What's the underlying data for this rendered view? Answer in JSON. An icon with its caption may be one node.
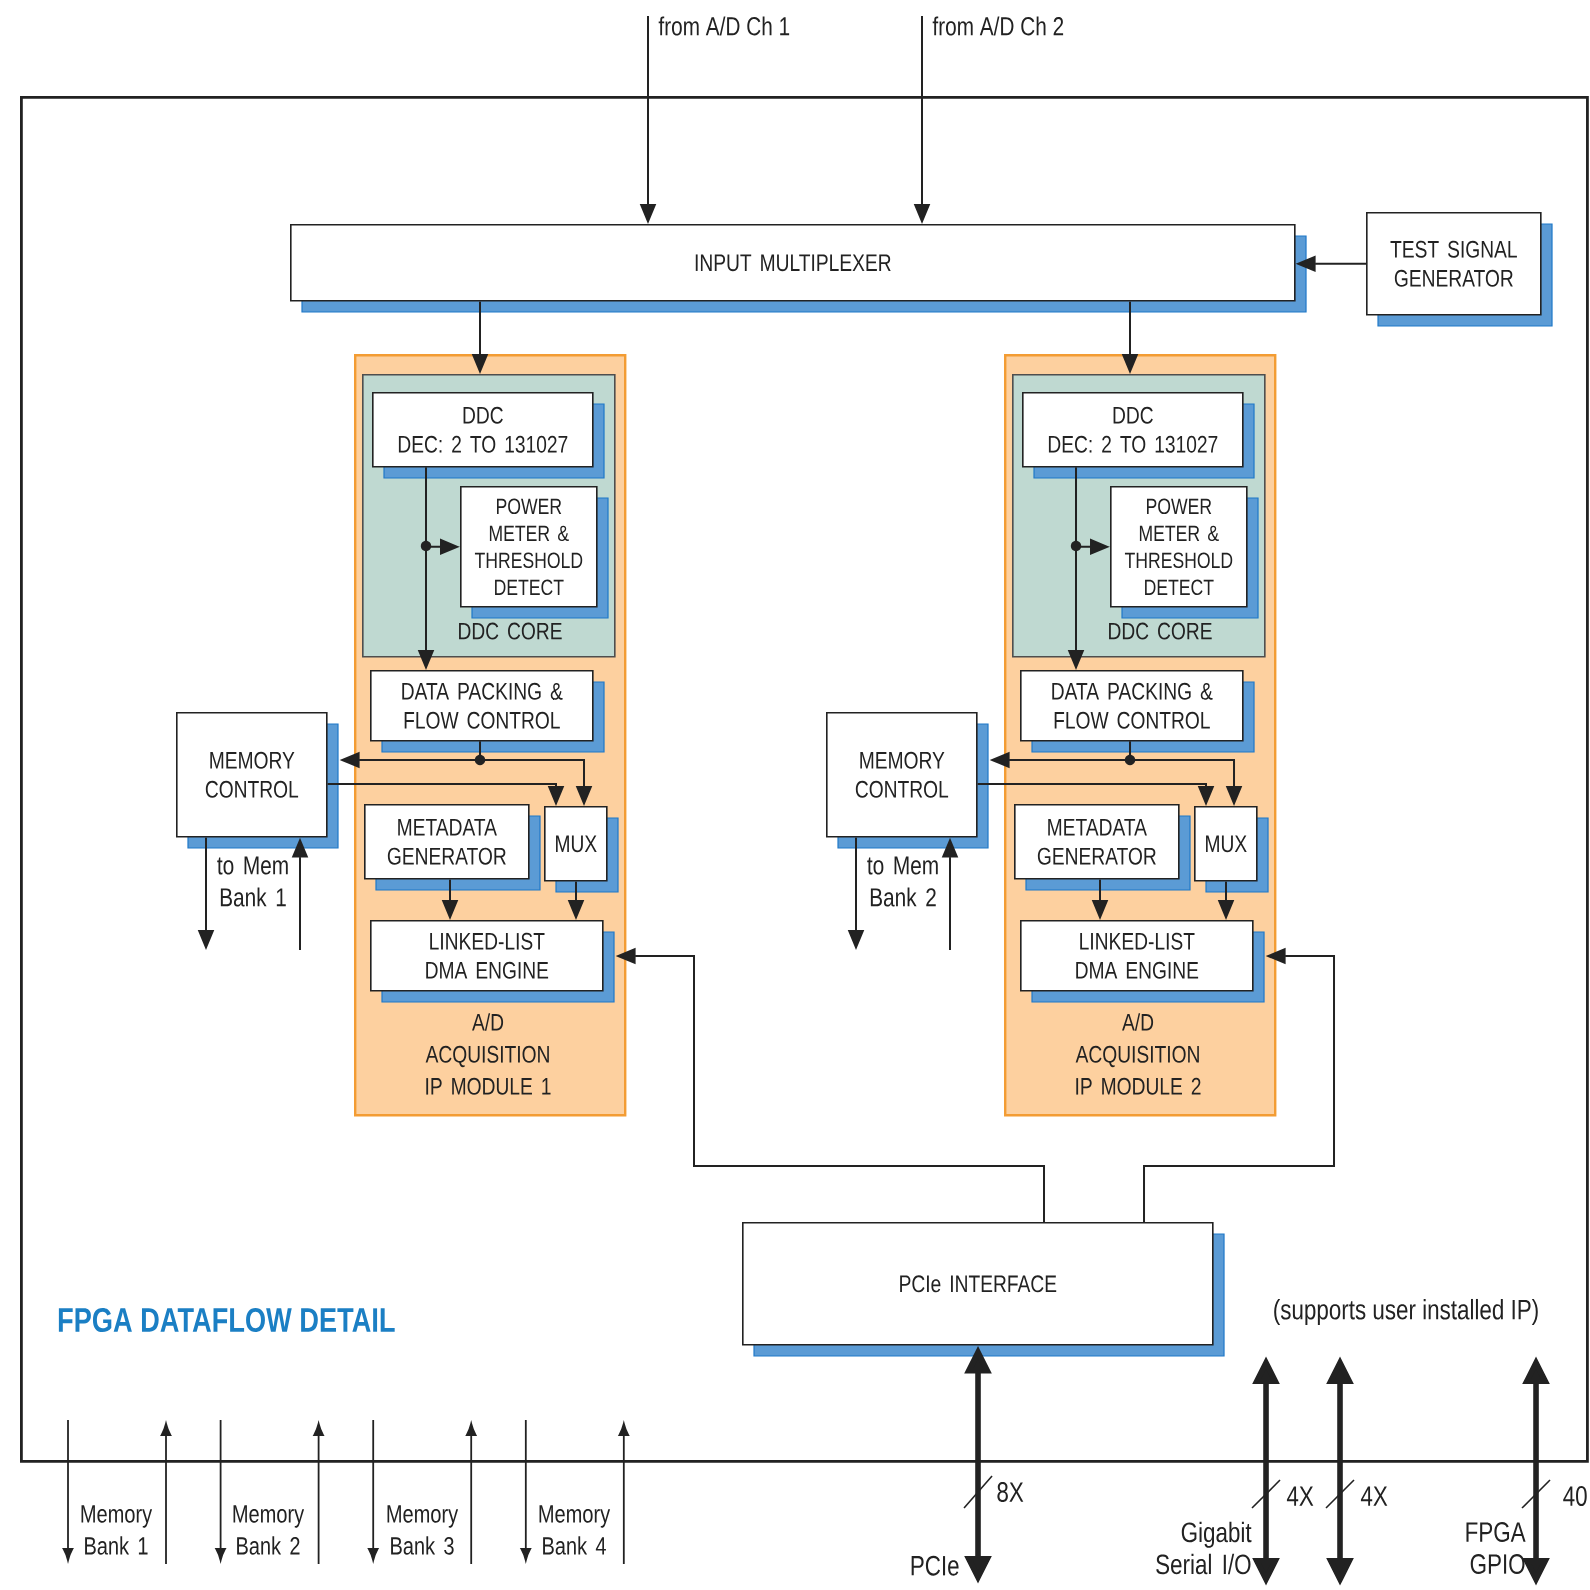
{
  "diagram": {
    "nodes": [
      {
        "text": [
          "FPGA DATAFLOW DETAIL"
        ]
      },
      {
        "text": [
          "from A/D Ch 1"
        ]
      },
      {
        "text": [
          "from A/D Ch 2"
        ]
      },
      {
        "text": [
          "INPUT MULTIPLEXER"
        ],
        "in": 0
      },
      {
        "text": [
          "TEST SIGNAL GENERATOR"
        ],
        "in": 0
      },
      {
        "text": [
          "A/D ACQUISITION IP MODULE 1"
        ],
        "in": 0
      },
      {
        "text": [
          "DDC CORE"
        ],
        "in": 5
      },
      {
        "text": [
          "DDC",
          "DEC: 2 TO 131027"
        ],
        "in": 6
      },
      {
        "text": [
          "POWER METER & THRESHOLD DETECT"
        ],
        "in": 6
      },
      {
        "text": [
          "DATA PACKING & FLOW CONTROL"
        ],
        "in": 5
      },
      {
        "text": [
          "METADATA GENERATOR"
        ],
        "in": 5
      },
      {
        "text": [
          "MUX"
        ],
        "in": 5
      },
      {
        "text": [
          "LINKED-LIST DMA ENGINE"
        ],
        "in": 5
      },
      {
        "text": [
          "MEMORY CONTROL"
        ],
        "in": 0,
        "beside": [
          "to Mem Bank 1"
        ]
      },
      {
        "text": [
          "A/D ACQUISITION IP MODULE 2"
        ],
        "in": 0
      },
      {
        "text": [
          "DDC CORE"
        ],
        "in": 14
      },
      {
        "text": [
          "DDC",
          "DEC: 2 TO 131027"
        ],
        "in": 15
      },
      {
        "text": [
          "POWER METER & THRESHOLD DETECT"
        ],
        "in": 15
      },
      {
        "text": [
          "DATA PACKING & FLOW CONTROL"
        ],
        "in": 14
      },
      {
        "text": [
          "METADATA GENERATOR"
        ],
        "in": 14
      },
      {
        "text": [
          "MUX"
        ],
        "in": 14
      },
      {
        "text": [
          "LINKED-LIST DMA ENGINE"
        ],
        "in": 14
      },
      {
        "text": [
          "MEMORY CONTROL"
        ],
        "in": 0,
        "beside": [
          "to Mem Bank 2"
        ]
      },
      {
        "text": [
          "PCIe INTERFACE"
        ],
        "in": 0
      },
      {
        "text": [
          "PCIe"
        ]
      }
    ],
    "edges": [
      {
        "from": 1,
        "to": 3,
        "arrow": "to"
      },
      {
        "from": 2,
        "to": 3,
        "arrow": "to"
      },
      {
        "from": 4,
        "to": 3,
        "arrow": "to"
      },
      {
        "from": 3,
        "to": 6,
        "arrow": "to"
      },
      {
        "from": 7,
        "to": 9,
        "arrow": "to"
      },
      {
        "from": 7,
        "to": 8,
        "arrow": "to"
      },
      {
        "from": 9,
        "to": 13,
        "arrow": "to"
      },
      {
        "from": 9,
        "to": 11,
        "arrow": "to"
      },
      {
        "from": 13,
        "to": 11,
        "arrow": "to"
      },
      {
        "from": 10,
        "to": 12,
        "arrow": "to"
      },
      {
        "from": 11,
        "to": 12,
        "arrow": "to"
      },
      {
        "from": 23,
        "to": 12,
        "arrow": "to"
      },
      {
        "from": 13,
        "to": null,
        "arrow": "to"
      },
      {
        "from": null,
        "to": 13,
        "arrow": "to"
      },
      {
        "from": 3,
        "to": 15,
        "arrow": "to"
      },
      {
        "from": 16,
        "to": 18,
        "arrow": "to"
      },
      {
        "from": 16,
        "to": 17,
        "arrow": "to"
      },
      {
        "from": 18,
        "to": 22,
        "arrow": "to"
      },
      {
        "from": 18,
        "to": 20,
        "arrow": "to"
      },
      {
        "from": 22,
        "to": 20,
        "arrow": "to"
      },
      {
        "from": 19,
        "to": 21,
        "arrow": "to"
      },
      {
        "from": 20,
        "to": 21,
        "arrow": "to"
      },
      {
        "from": 23,
        "to": 21,
        "arrow": "to"
      },
      {
        "from": 22,
        "to": null,
        "arrow": "to"
      },
      {
        "from": null,
        "to": 22,
        "arrow": "to"
      },
      {
        "from": 23,
        "to": 24,
        "arrow": "both",
        "style": "thick",
        "label": "8X"
      }
    ],
    "labels": [
      "(supports user installed IP)",
      "4X",
      "4X",
      "40",
      "Memory Bank 1",
      "Memory Bank 2",
      "Memory Bank 3",
      "Memory Bank 4",
      "Gigabit Serial I/O",
      "FPGA GPIO"
    ]
  }
}
